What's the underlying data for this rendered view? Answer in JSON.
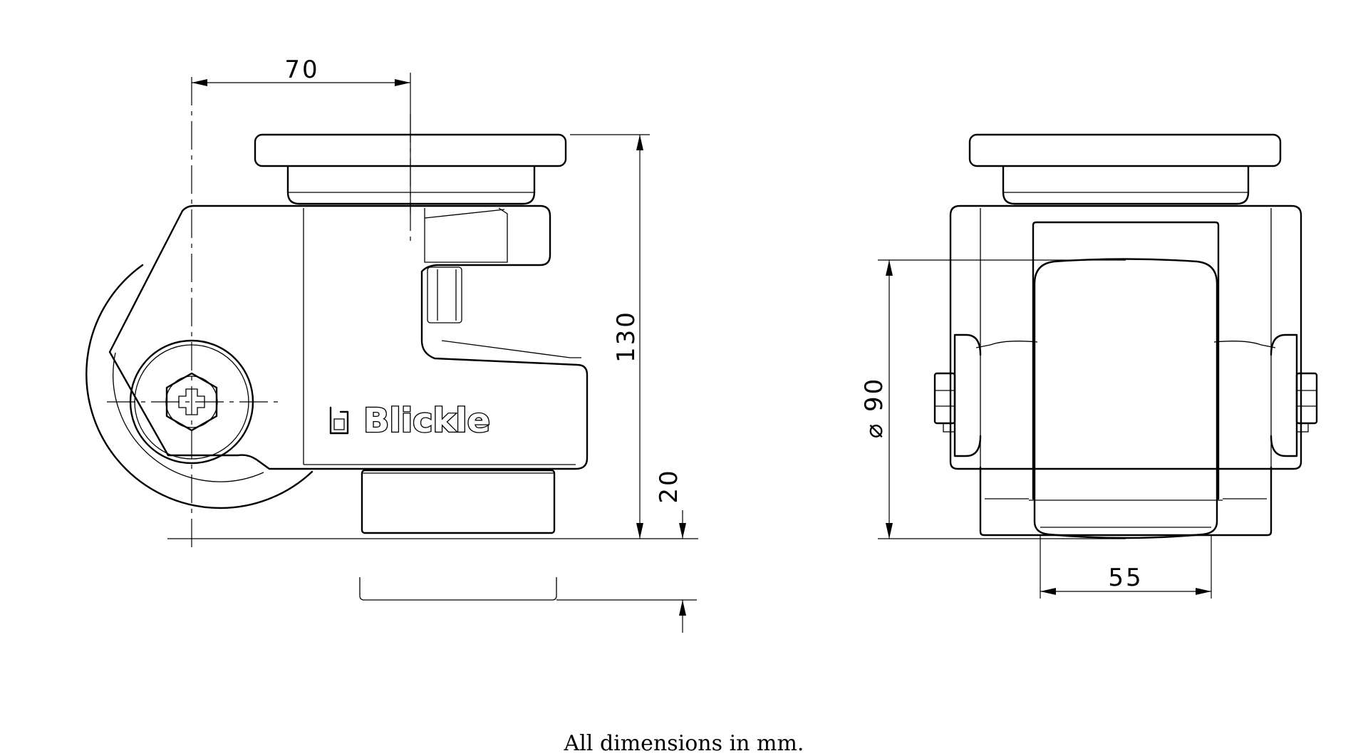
{
  "brand": {
    "logo_text": "Blickle"
  },
  "dimensions": {
    "offset": "70",
    "total_height": "130",
    "adjust_height": "20",
    "wheel_diameter": "⌀ 90",
    "wheel_width": "55"
  },
  "caption": "All dimensions in mm."
}
